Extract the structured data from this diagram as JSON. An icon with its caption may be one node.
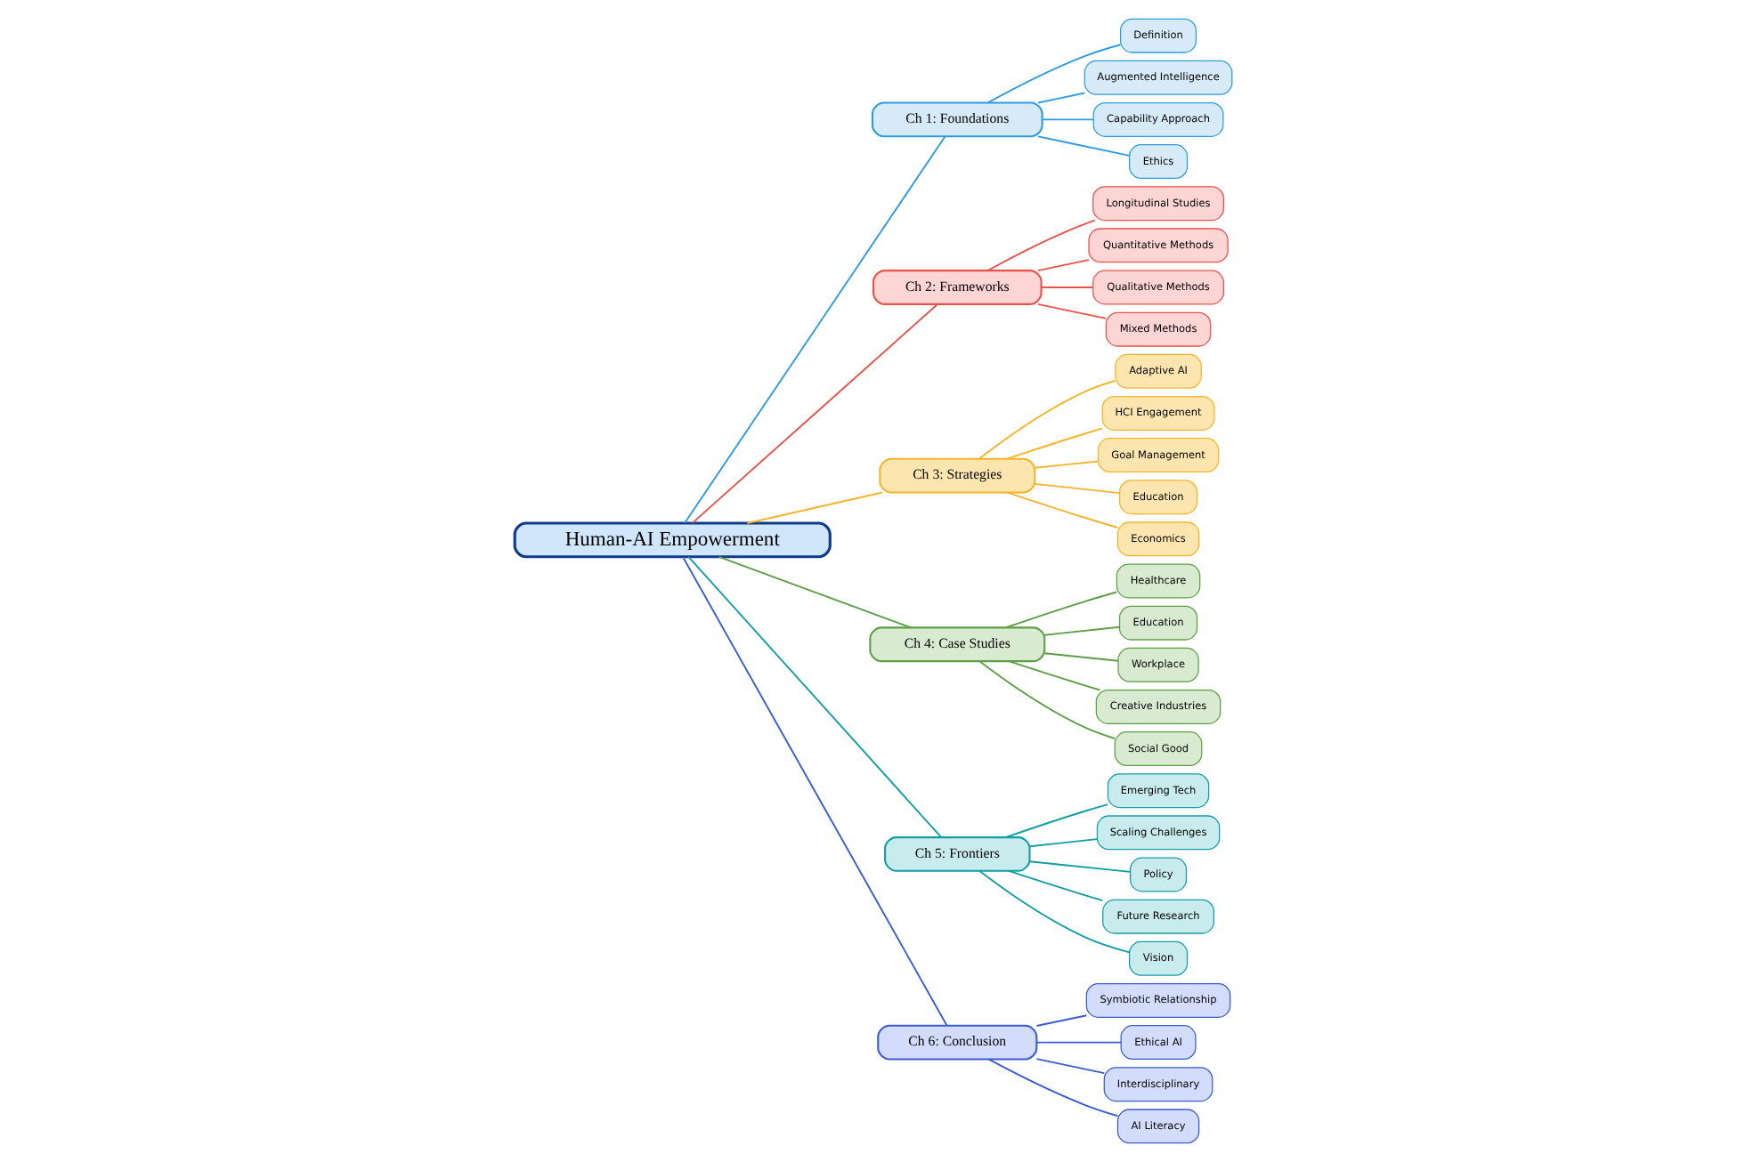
{
  "diagram": {
    "nodes": [
      {
        "text": [
          "Human-AI Empowerment"
        ]
      },
      {
        "text": [
          "Ch 1: Foundations"
        ]
      },
      {
        "text": [
          "Definition"
        ]
      },
      {
        "text": [
          "Augmented Intelligence"
        ]
      },
      {
        "text": [
          "Capability Approach"
        ]
      },
      {
        "text": [
          "Ethics"
        ]
      },
      {
        "text": [
          "Ch 2: Frameworks"
        ]
      },
      {
        "text": [
          "Longitudinal Studies"
        ]
      },
      {
        "text": [
          "Quantitative Methods"
        ]
      },
      {
        "text": [
          "Qualitative Methods"
        ]
      },
      {
        "text": [
          "Mixed Methods"
        ]
      },
      {
        "text": [
          "Ch 3: Strategies"
        ]
      },
      {
        "text": [
          "Adaptive AI"
        ]
      },
      {
        "text": [
          "HCI Engagement"
        ]
      },
      {
        "text": [
          "Goal Management"
        ]
      },
      {
        "text": [
          "Education"
        ]
      },
      {
        "text": [
          "Economics"
        ]
      },
      {
        "text": [
          "Ch 4: Case Studies"
        ]
      },
      {
        "text": [
          "Healthcare"
        ]
      },
      {
        "text": [
          "Education"
        ]
      },
      {
        "text": [
          "Workplace"
        ]
      },
      {
        "text": [
          "Creative Industries"
        ]
      },
      {
        "text": [
          "Social Good"
        ]
      },
      {
        "text": [
          "Ch 5: Frontiers"
        ]
      },
      {
        "text": [
          "Emerging Tech"
        ]
      },
      {
        "text": [
          "Scaling Challenges"
        ]
      },
      {
        "text": [
          "Policy"
        ]
      },
      {
        "text": [
          "Future Research"
        ]
      },
      {
        "text": [
          "Vision"
        ]
      },
      {
        "text": [
          "Ch 6: Conclusion"
        ]
      },
      {
        "text": [
          "Symbiotic Relationship"
        ]
      },
      {
        "text": [
          "Ethical AI"
        ]
      },
      {
        "text": [
          "Interdisciplinary"
        ]
      },
      {
        "text": [
          "AI Literacy"
        ]
      }
    ],
    "edges": [
      {
        "from": 0,
        "to": 1,
        "arrow": "none",
        "color": "#2e9be0"
      },
      {
        "from": 1,
        "to": 2,
        "arrow": "none",
        "color": "#2e9be0"
      },
      {
        "from": 1,
        "to": 3,
        "arrow": "none",
        "color": "#2e9be0"
      },
      {
        "from": 1,
        "to": 4,
        "arrow": "none",
        "color": "#2e9be0"
      },
      {
        "from": 1,
        "to": 5,
        "arrow": "none",
        "color": "#2e9be0"
      },
      {
        "from": 0,
        "to": 6,
        "arrow": "none",
        "color": "#e8524a"
      },
      {
        "from": 6,
        "to": 7,
        "arrow": "none",
        "color": "#e8524a"
      },
      {
        "from": 6,
        "to": 8,
        "arrow": "none",
        "color": "#e8524a"
      },
      {
        "from": 6,
        "to": 9,
        "arrow": "none",
        "color": "#e8524a"
      },
      {
        "from": 6,
        "to": 10,
        "arrow": "none",
        "color": "#e8524a"
      },
      {
        "from": 0,
        "to": 11,
        "arrow": "none",
        "color": "#f5b42a"
      },
      {
        "from": 11,
        "to": 12,
        "arrow": "none",
        "color": "#f5b42a"
      },
      {
        "from": 11,
        "to": 13,
        "arrow": "none",
        "color": "#f5b42a"
      },
      {
        "from": 11,
        "to": 14,
        "arrow": "none",
        "color": "#f5b42a"
      },
      {
        "from": 11,
        "to": 15,
        "arrow": "none",
        "color": "#f5b42a"
      },
      {
        "from": 11,
        "to": 16,
        "arrow": "none",
        "color": "#f5b42a"
      },
      {
        "from": 0,
        "to": 17,
        "arrow": "none",
        "color": "#5e9e46"
      },
      {
        "from": 17,
        "to": 18,
        "arrow": "none",
        "color": "#5e9e46"
      },
      {
        "from": 17,
        "to": 19,
        "arrow": "none",
        "color": "#5e9e46"
      },
      {
        "from": 17,
        "to": 20,
        "arrow": "none",
        "color": "#5e9e46"
      },
      {
        "from": 17,
        "to": 21,
        "arrow": "none",
        "color": "#5e9e46"
      },
      {
        "from": 17,
        "to": 22,
        "arrow": "none",
        "color": "#5e9e46"
      },
      {
        "from": 0,
        "to": 23,
        "arrow": "none",
        "color": "#139ea4"
      },
      {
        "from": 23,
        "to": 24,
        "arrow": "none",
        "color": "#139ea4"
      },
      {
        "from": 23,
        "to": 25,
        "arrow": "none",
        "color": "#139ea4"
      },
      {
        "from": 23,
        "to": 26,
        "arrow": "none",
        "color": "#139ea4"
      },
      {
        "from": 23,
        "to": 27,
        "arrow": "none",
        "color": "#139ea4"
      },
      {
        "from": 23,
        "to": 28,
        "arrow": "none",
        "color": "#139ea4"
      },
      {
        "from": 0,
        "to": 29,
        "arrow": "none",
        "color": "#3b5bd0"
      },
      {
        "from": 29,
        "to": 30,
        "arrow": "none",
        "color": "#3b5bd0"
      },
      {
        "from": 29,
        "to": 31,
        "arrow": "none",
        "color": "#3b5bd0"
      },
      {
        "from": 29,
        "to": 32,
        "arrow": "none",
        "color": "#3b5bd0"
      },
      {
        "from": 29,
        "to": 33,
        "arrow": "none",
        "color": "#3b5bd0"
      }
    ]
  }
}
